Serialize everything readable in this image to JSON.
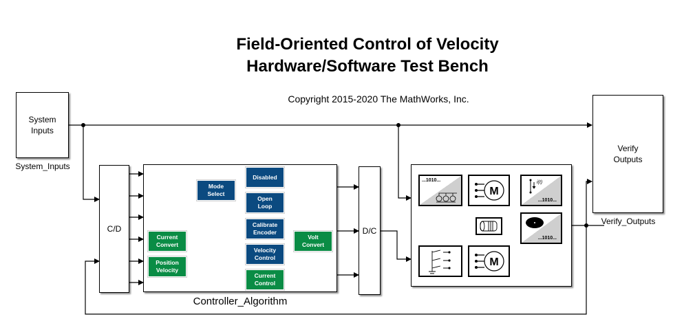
{
  "title": {
    "line1": "Field-Oriented Control of Velocity",
    "line2": "Hardware/Software Test Bench"
  },
  "copyright": "Copyright 2015-2020 The MathWorks, Inc.",
  "blocks": {
    "system_inputs": {
      "text_line1": "System",
      "text_line2": "Inputs",
      "name": "System_Inputs"
    },
    "cd": {
      "text": "C/D"
    },
    "controller": {
      "name": "Controller_Algorithm"
    },
    "dc": {
      "text": "D/C"
    },
    "verify_outputs": {
      "text_line1": "Verify",
      "text_line2": "Outputs",
      "name": "Verify_Outputs"
    }
  },
  "controller_subsystems": {
    "mode_select": {
      "line1": "Mode",
      "line2": "Select"
    },
    "disabled": {
      "line1": "Disabled"
    },
    "open_loop": {
      "line1": "Open",
      "line2": "Loop"
    },
    "calibrate_encoder": {
      "line1": "Calibrate",
      "line2": "Encoder"
    },
    "velocity_control": {
      "line1": "Velocity",
      "line2": "Control"
    },
    "current_control": {
      "line1": "Current",
      "line2": "Control"
    },
    "current_convert": {
      "line1": "Current",
      "line2": "Convert"
    },
    "position_velocity": {
      "line1": "Position",
      "line2": "Velocity"
    },
    "volt_convert": {
      "line1": "Volt",
      "line2": "Convert"
    }
  },
  "plant": {
    "inverter_label": "...1010...",
    "current_sensor_label": "...1010...",
    "encoder_label": "...1010...",
    "current_symbol": "i(t)",
    "motor_symbol": "M"
  },
  "colors": {
    "mode_blue": "#0b4a80",
    "convert_green": "#0a8c45"
  }
}
